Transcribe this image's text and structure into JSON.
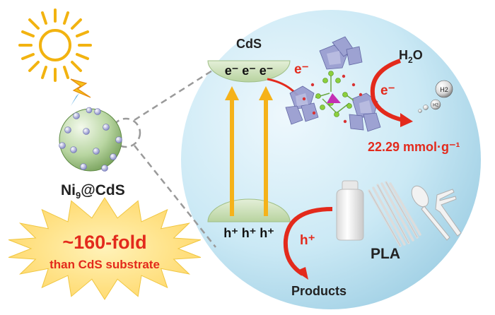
{
  "catalyst": {
    "label_main": "Ni",
    "label_sub": "9",
    "label_suffix": "@CdS"
  },
  "burst": {
    "line1": "~160-fold",
    "line2": "than CdS substrate"
  },
  "cds": {
    "label": "CdS",
    "electrons": "e⁻ e⁻ e⁻",
    "holes": "h⁺ h⁺ h⁺"
  },
  "electron_transfer": {
    "label": "e⁻"
  },
  "water": {
    "label_main": "H",
    "label_sub": "2",
    "label_suffix": "O"
  },
  "reduction": {
    "electron_label": "e⁻",
    "h2_big": "H2",
    "h2_small": "H2",
    "rate": "22.29 mmol·g⁻¹"
  },
  "oxidation": {
    "hole_label": "h⁺",
    "products": "Products",
    "substrate": "PLA"
  },
  "colors": {
    "red": "#e32a1c",
    "arrow_yellow": "#f5b21a",
    "sphere_blue": "#c6e7f4",
    "half_disk_green": "#cfe3bf",
    "burst_yellow": "#ffe07a"
  }
}
